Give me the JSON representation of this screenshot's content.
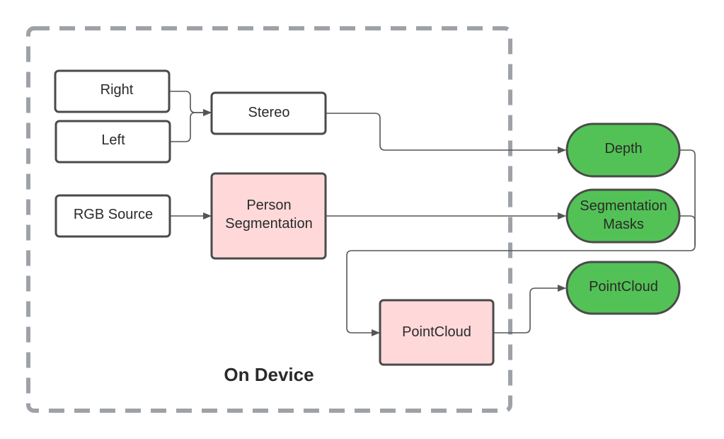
{
  "diagram": {
    "region": {
      "label": "On Device"
    },
    "nodes": {
      "right": "Right",
      "left": "Left",
      "stereo": "Stereo",
      "rgb_source": "RGB Source",
      "person_seg_line1": "Person",
      "person_seg_line2": "Segmentation",
      "pointcloud_node": "PointCloud",
      "depth": "Depth",
      "seg_masks_line1": "Segmentation",
      "seg_masks_line2": "Masks",
      "pointcloud_output": "PointCloud"
    },
    "colors": {
      "device_node_fill": "#ffffff",
      "processing_node_fill": "#ffd9da",
      "output_node_fill": "#53c256",
      "stroke": "#4a4a4a",
      "region_border": "#9ea2a8"
    }
  }
}
